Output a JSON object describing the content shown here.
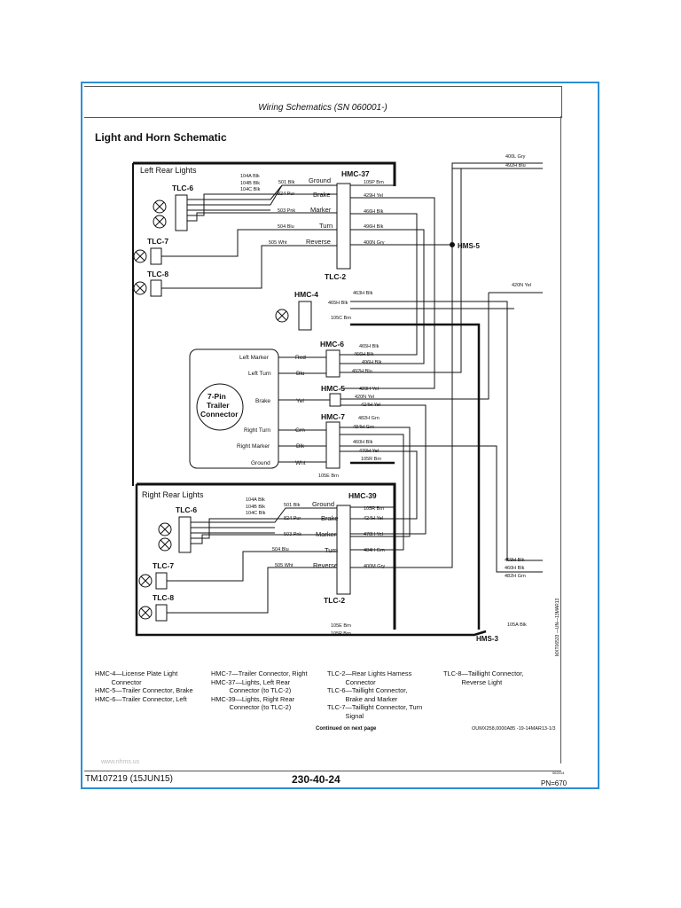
{
  "header": {
    "title": "Wiring Schematics (SN 060001-)"
  },
  "section_title": "Light and Horn Schematic",
  "groups": {
    "left": "Left Rear Lights",
    "right": "Right Rear Lights"
  },
  "connectors": {
    "hmc37": "HMC-37",
    "hmc4": "HMC-4",
    "hmc6": "HMC-6",
    "hmc5": "HMC-5",
    "hmc7": "HMC-7",
    "hmc39": "HMC-39",
    "tlc2": "TLC-2",
    "tlc6": "TLC-6",
    "tlc7": "TLC-7",
    "tlc8": "TLC-8",
    "hms5": "HMS-5",
    "hms3": "HMS-3",
    "trailer": [
      "7-Pin",
      "Trailer",
      "Connector"
    ]
  },
  "functions": {
    "ground": "Ground",
    "brake": "Brake",
    "marker": "Marker",
    "turn": "Turn",
    "reverse": "Reverse",
    "left_marker": "Left Marker",
    "left_turn": "Left Turn",
    "trailer_brake": "Brake",
    "right_turn": "Right Turn",
    "right_marker": "Right Marker",
    "trailer_ground": "Ground"
  },
  "colors": {
    "red": "Red",
    "blu": "Blu",
    "yel": "Yel",
    "grn": "Grn",
    "blk": "Blk",
    "wht": "Wht"
  },
  "wires": {
    "w104a": "104A Blk",
    "w104b": "104B Blk",
    "w104c": "104C Blk",
    "w501": "501 Blk",
    "w824": "824 Pur",
    "w503": "503 Pnk",
    "w504": "504 Blu",
    "w505": "505 Wht",
    "w105p": "105P Brn",
    "w429": "429H Yel",
    "w466": "466H Blk",
    "w496": "496H Blk",
    "w400n": "400N Gry",
    "w400l": "400L Gry",
    "w492": "492H Blu",
    "w420n_yel": "420N Yel",
    "w463": "463H Blk",
    "w465": "465H Blk",
    "w105c": "105C Brn",
    "w465b": "465H Blk",
    "w466b": "466H Blk",
    "w496b": "496H Blk",
    "w492b": "492H Blu",
    "w423": "423H Yel",
    "w420n": "420N Yel",
    "w424": "424H Yel",
    "w482": "482H Grn",
    "w484": "484H Grn",
    "w460": "460H Blk",
    "w470": "470H Yel",
    "w105r": "105R Brn",
    "w105e": "105E Brn",
    "w105r2": "105R Brn",
    "w424b": "424H Yel",
    "w470b": "470H Yel",
    "w484b": "484H Grn",
    "w400m": "400M Gry",
    "w469": "469H Blk",
    "w460b": "460H Blk",
    "w482b": "482H Grn",
    "w105a": "105A Blk",
    "w105e2": "105E Brn",
    "w105p2": "105P Brn"
  },
  "side_code": "MXT06533 —UN—13MAR13",
  "legend": {
    "col1": "HMC-4—License Plate Light\n         Connector\nHMC-5—Trailer Connector, Brake\nHMC-6—Trailer Connector, Left",
    "col2": "HMC-7—Trailer Connector, Right\nHMC-37—Lights, Left Rear\n          Connector (to TLC-2)\nHMC-39—Lights, Right Rear\n          Connector (to TLC-2)",
    "col3": "TLC-2—Rear Lights Harness\n          Connector\nTLC-6—Taillight Connector,\n          Brake and Marker\nTLC-7—Taillight Connector, Turn\n          Signal",
    "col4": "TLC-8—Taillight Connector,\n          Reverse Light"
  },
  "continued": "Continued on next page",
  "reference": "OUMX258,0000A85 -19-14MAR13-1/3",
  "watermark": "www.nhms.us",
  "footer": {
    "tm": "TM107219 (15JUN15)",
    "page": "230-40-24",
    "pn_small": "062014",
    "pn": "PN=670"
  }
}
